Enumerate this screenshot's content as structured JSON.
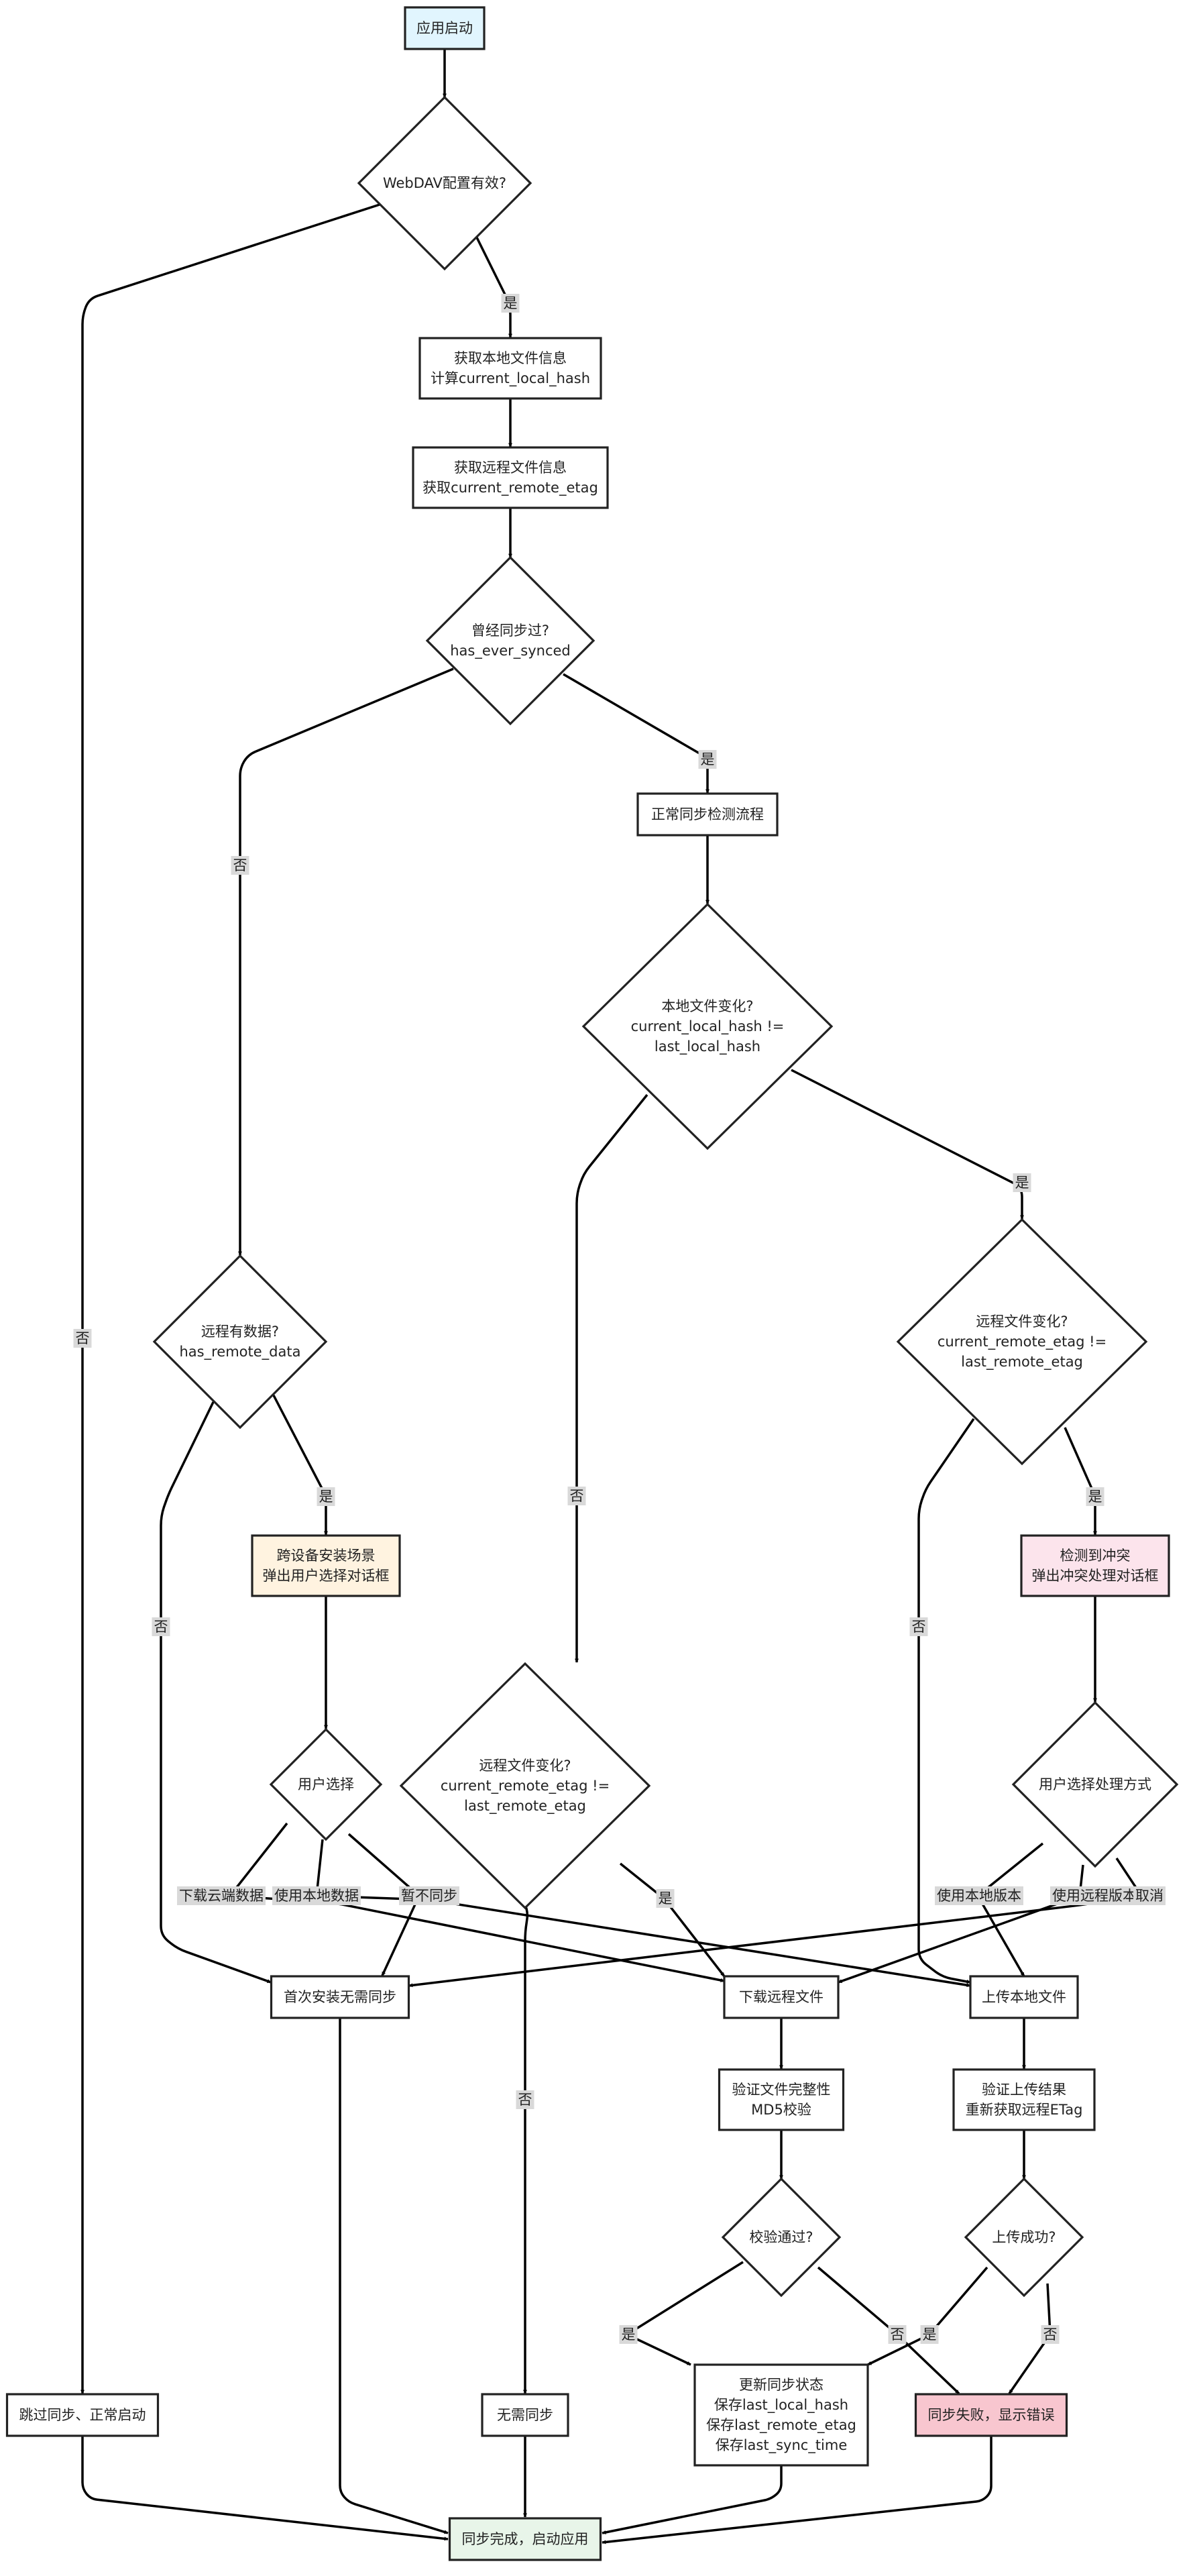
{
  "colors": {
    "start_fill": "#e1f5fe",
    "start_stroke": "#6a9ab5",
    "node_fill": "#ffffff",
    "cross_device_fill": "#fff3e0",
    "conflict_fill": "#fce4ec",
    "error_fill": "#f8c6cf",
    "end_fill": "#e8f5e9",
    "edge": "#000000",
    "label_bg": "#d9d9d9"
  },
  "nodes": {
    "start": {
      "lines": [
        "应用启动"
      ]
    },
    "webdav_check": {
      "lines": [
        "WebDAV配置有效?"
      ]
    },
    "get_local": {
      "lines": [
        "获取本地文件信息",
        "计算current_local_hash"
      ]
    },
    "get_remote": {
      "lines": [
        "获取远程文件信息",
        "获取current_remote_etag"
      ]
    },
    "ever_synced": {
      "lines": [
        "曾经同步过?",
        "has_ever_synced"
      ]
    },
    "normal_flow": {
      "lines": [
        "正常同步检测流程"
      ]
    },
    "local_changed": {
      "lines": [
        "本地文件变化?",
        "current_local_hash !=",
        "last_local_hash"
      ]
    },
    "remote_has_data": {
      "lines": [
        "远程有数据?",
        "has_remote_data"
      ]
    },
    "remote_changed_a": {
      "lines": [
        "远程文件变化?",
        "current_remote_etag !=",
        "last_remote_etag"
      ]
    },
    "cross_device": {
      "lines": [
        "跨设备安装场景",
        "弹出用户选择对话框"
      ]
    },
    "conflict": {
      "lines": [
        "检测到冲突",
        "弹出冲突处理对话框"
      ]
    },
    "user_choice": {
      "lines": [
        "用户选择"
      ]
    },
    "remote_changed_b": {
      "lines": [
        "远程文件变化?",
        "current_remote_etag !=",
        "last_remote_etag"
      ]
    },
    "user_resolve": {
      "lines": [
        "用户选择处理方式"
      ]
    },
    "first_install": {
      "lines": [
        "首次安装无需同步"
      ]
    },
    "download": {
      "lines": [
        "下载远程文件"
      ]
    },
    "upload": {
      "lines": [
        "上传本地文件"
      ]
    },
    "verify_file": {
      "lines": [
        "验证文件完整性",
        "MD5校验"
      ]
    },
    "verify_upload": {
      "lines": [
        "验证上传结果",
        "重新获取远程ETag"
      ]
    },
    "verify_pass": {
      "lines": [
        "校验通过?"
      ]
    },
    "upload_ok": {
      "lines": [
        "上传成功?"
      ]
    },
    "skip_sync": {
      "lines": [
        "跳过同步、正常启动"
      ]
    },
    "no_sync": {
      "lines": [
        "无需同步"
      ]
    },
    "update_state": {
      "lines": [
        "更新同步状态",
        "保存last_local_hash",
        "保存last_remote_etag",
        "保存last_sync_time"
      ]
    },
    "sync_failed": {
      "lines": [
        "同步失败，显示错误"
      ]
    },
    "done": {
      "lines": [
        "同步完成，启动应用"
      ]
    }
  },
  "edges": [
    {
      "id": "e1",
      "from": "start",
      "to": "webdav_check",
      "label": ""
    },
    {
      "id": "e2",
      "from": "webdav_check",
      "to": "get_local",
      "label": "是"
    },
    {
      "id": "e3",
      "from": "webdav_check",
      "to": "skip_sync",
      "label": "否"
    },
    {
      "id": "e4",
      "from": "get_local",
      "to": "get_remote",
      "label": ""
    },
    {
      "id": "e5",
      "from": "get_remote",
      "to": "ever_synced",
      "label": ""
    },
    {
      "id": "e6",
      "from": "ever_synced",
      "to": "normal_flow",
      "label": "是"
    },
    {
      "id": "e7",
      "from": "ever_synced",
      "to": "remote_has_data",
      "label": "否"
    },
    {
      "id": "e8",
      "from": "normal_flow",
      "to": "local_changed",
      "label": ""
    },
    {
      "id": "e9",
      "from": "local_changed",
      "to": "remote_changed_a",
      "label": "是"
    },
    {
      "id": "e10",
      "from": "local_changed",
      "to": "remote_changed_b",
      "label": "否"
    },
    {
      "id": "e11",
      "from": "remote_has_data",
      "to": "cross_device",
      "label": "是"
    },
    {
      "id": "e12",
      "from": "remote_has_data",
      "to": "first_install",
      "label": "否"
    },
    {
      "id": "e13",
      "from": "remote_changed_a",
      "to": "conflict",
      "label": "是"
    },
    {
      "id": "e14",
      "from": "remote_changed_a",
      "to": "upload",
      "label": "否"
    },
    {
      "id": "e15",
      "from": "cross_device",
      "to": "user_choice",
      "label": ""
    },
    {
      "id": "e16",
      "from": "conflict",
      "to": "user_resolve",
      "label": ""
    },
    {
      "id": "e17",
      "from": "user_choice",
      "to": "download",
      "label": "下载云端数据"
    },
    {
      "id": "e18",
      "from": "user_choice",
      "to": "upload",
      "label": "使用本地数据"
    },
    {
      "id": "e19",
      "from": "user_choice",
      "to": "first_install",
      "label": "暂不同步"
    },
    {
      "id": "e20",
      "from": "remote_changed_b",
      "to": "download",
      "label": "是"
    },
    {
      "id": "e21",
      "from": "remote_changed_b",
      "to": "no_sync",
      "label": "否"
    },
    {
      "id": "e22",
      "from": "user_resolve",
      "to": "upload",
      "label": "使用本地版本"
    },
    {
      "id": "e23",
      "from": "user_resolve",
      "to": "download",
      "label": "使用远程版本"
    },
    {
      "id": "e24",
      "from": "user_resolve",
      "to": "first_install",
      "label": "取消"
    },
    {
      "id": "e25",
      "from": "download",
      "to": "verify_file",
      "label": ""
    },
    {
      "id": "e26",
      "from": "upload",
      "to": "verify_upload",
      "label": ""
    },
    {
      "id": "e27",
      "from": "verify_file",
      "to": "verify_pass",
      "label": ""
    },
    {
      "id": "e28",
      "from": "verify_upload",
      "to": "upload_ok",
      "label": ""
    },
    {
      "id": "e29",
      "from": "verify_pass",
      "to": "update_state",
      "label": "是"
    },
    {
      "id": "e30",
      "from": "verify_pass",
      "to": "sync_failed",
      "label": "否"
    },
    {
      "id": "e31",
      "from": "upload_ok",
      "to": "update_state",
      "label": "是"
    },
    {
      "id": "e32",
      "from": "upload_ok",
      "to": "sync_failed",
      "label": "否"
    },
    {
      "id": "e33",
      "from": "skip_sync",
      "to": "done",
      "label": ""
    },
    {
      "id": "e34",
      "from": "first_install",
      "to": "done",
      "label": ""
    },
    {
      "id": "e35",
      "from": "no_sync",
      "to": "done",
      "label": ""
    },
    {
      "id": "e36",
      "from": "update_state",
      "to": "done",
      "label": ""
    },
    {
      "id": "e37",
      "from": "sync_failed",
      "to": "done",
      "label": ""
    }
  ]
}
